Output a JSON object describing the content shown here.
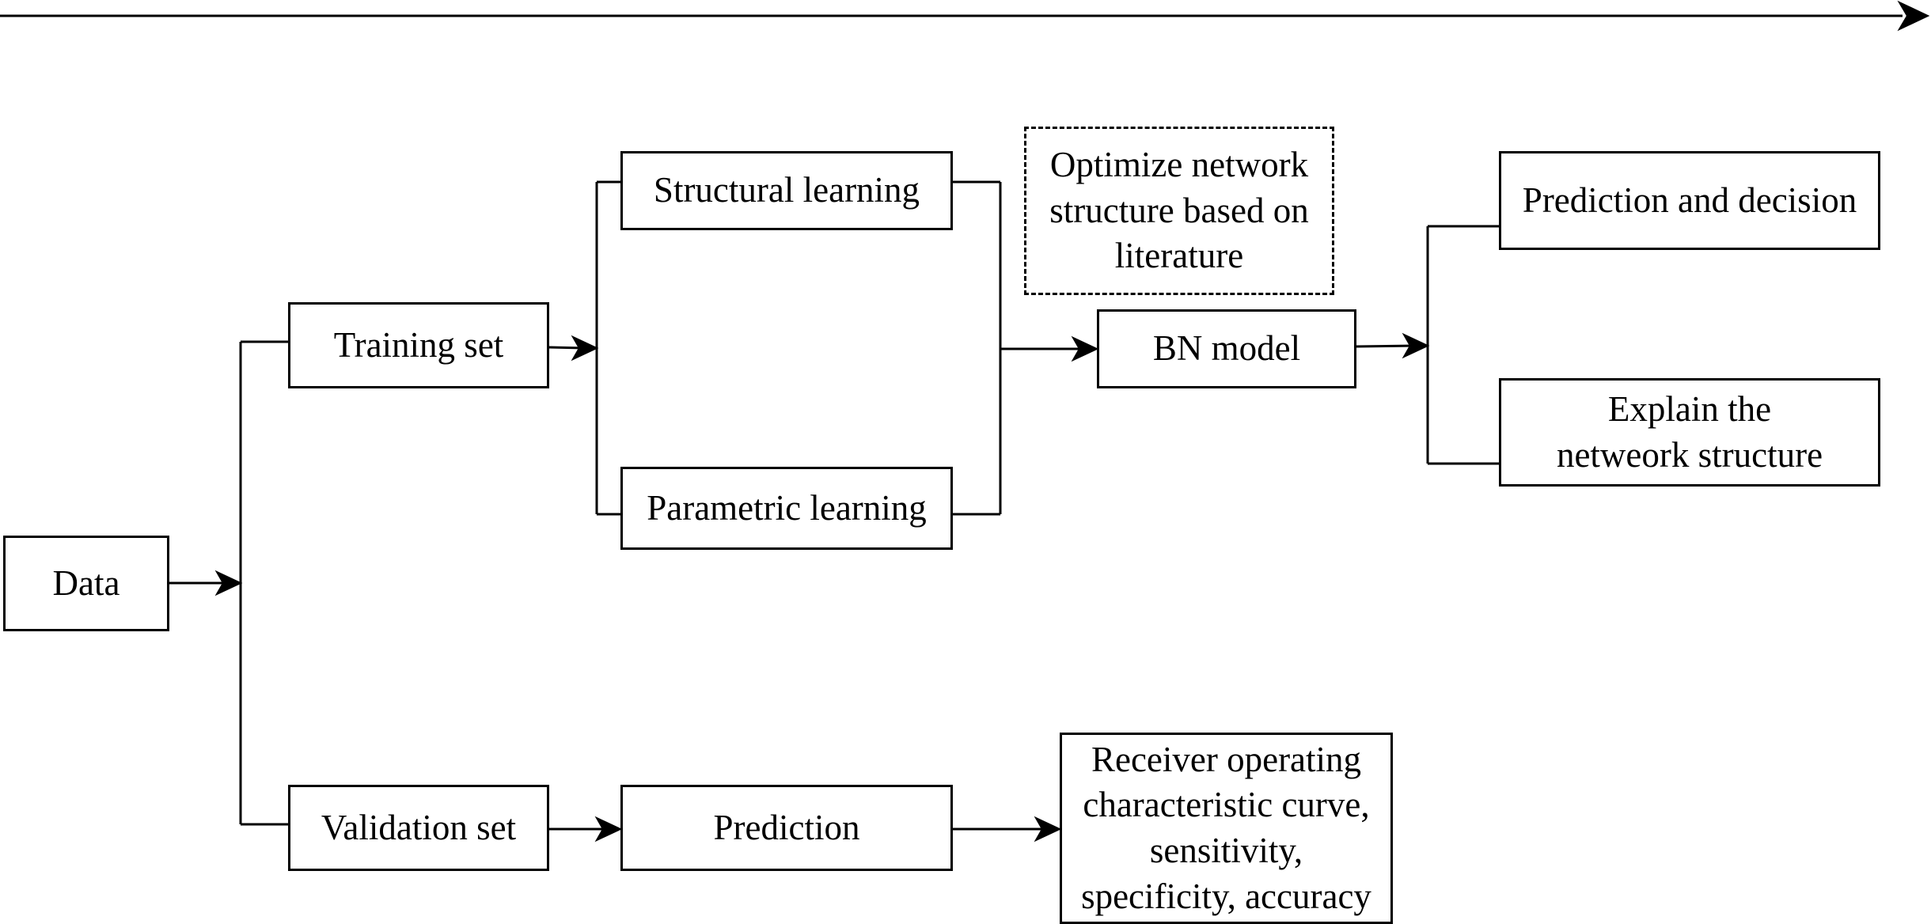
{
  "diagram": {
    "nodes": {
      "data": "Data",
      "training_set": "Training set",
      "validation_set": "Validation set",
      "structural_learning": "Structural learning",
      "parametric_learning": "Parametric learning",
      "optimize_note": "Optimize network structure based on literature",
      "bn_model": "BN model",
      "prediction_decision": "Prediction and decision",
      "explain_structure": "Explain the netweork structure",
      "prediction": "Prediction",
      "roc_metrics": "Receiver operating characteristic curve, sensitivity, specificity, accuracy"
    }
  }
}
